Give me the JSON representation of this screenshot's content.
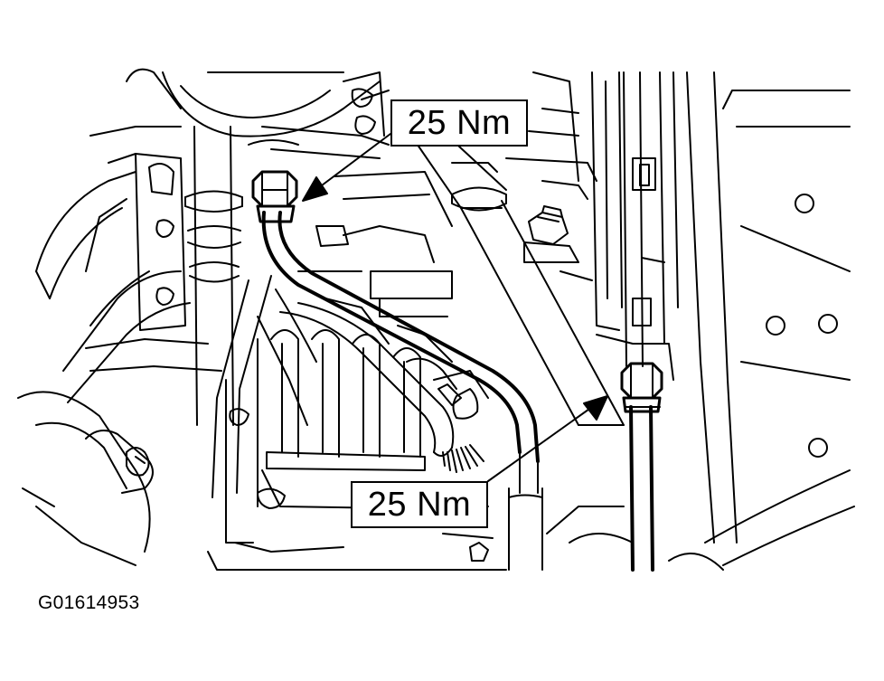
{
  "callouts": {
    "upper_torque": "25 Nm",
    "lower_torque": "25 Nm"
  },
  "figure_id": "G01614953",
  "colors": {
    "line": "#000000",
    "background": "#ffffff"
  }
}
